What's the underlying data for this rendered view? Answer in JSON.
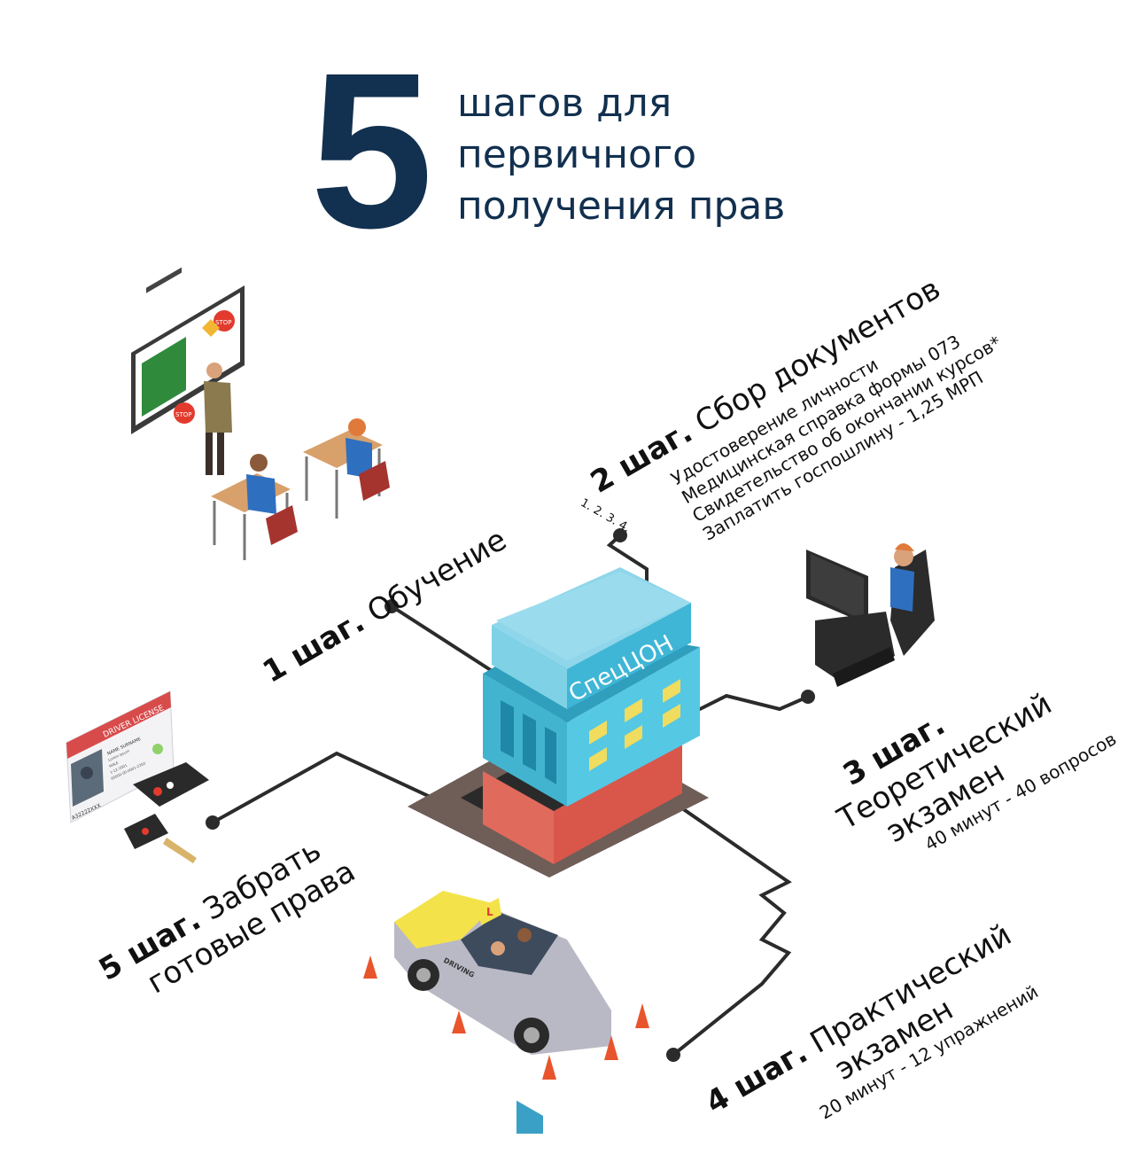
{
  "header": {
    "number": "5",
    "lines": [
      "шагов для",
      "первичного",
      "получения прав"
    ]
  },
  "building": {
    "sign": "СпецЦОН"
  },
  "steps": [
    {
      "prefix": "1 шаг.",
      "title": "Обучение"
    },
    {
      "prefix": "2 шаг.",
      "title": "Сбор документов",
      "items": [
        "Удостоверение личности",
        "Медицинская справка формы 073",
        "Свидетельство об окончании курсов*",
        "Заплатить госпошлину - 1,25 МРП"
      ],
      "numbers": "1. 2. 3. 4."
    },
    {
      "prefix": "3 шаг.",
      "title_lines": [
        "Теоретический",
        "экзамен"
      ],
      "detail": "40 минут - 40 вопросов"
    },
    {
      "prefix": "4 шаг.",
      "title_lines": [
        "Практический",
        "экзамен"
      ],
      "detail": "20 минут - 12 упражнений"
    },
    {
      "prefix": "5 шаг.",
      "title_lines": [
        "Забрать",
        "готовые права"
      ]
    }
  ],
  "license": {
    "header": "DRIVER LICENSE",
    "number": "A32222XXX",
    "lines": [
      "NAME SURNAME",
      "Lorem ipsum",
      "MALE",
      "1-12-2001",
      "00000-00-0001-2350"
    ]
  },
  "car": {
    "roof_sign": "L",
    "side_text": "DRIVING"
  },
  "classroom": {
    "sign1": "STOP",
    "sign2": "STOP"
  },
  "colors": {
    "navy": "#12304f",
    "building": "#46b6d2",
    "connector": "#2b2b2b"
  }
}
